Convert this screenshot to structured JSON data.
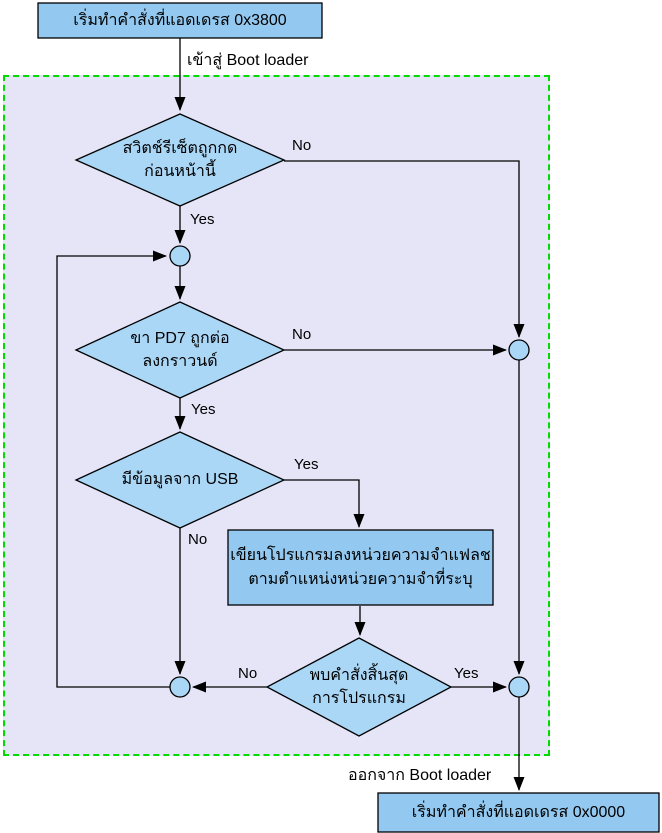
{
  "nodes": {
    "start_3800": {
      "text": "เริ่มทำคำสั่งที่แอดเดรส 0x3800"
    },
    "decision_reset": {
      "line1": "สวิตช์รีเซ็ตถูกกด",
      "line2": "ก่อนหน้านี้"
    },
    "decision_pd7": {
      "line1": "ขา PD7 ถูกต่อ",
      "line2": "ลงกราวนด์"
    },
    "decision_usb": {
      "line1": "มีข้อมูลจาก USB"
    },
    "process_flash": {
      "line1": "เขียนโปรแกรมลงหน่วยความจำแฟลช",
      "line2": "ตามตำแหน่งหน่วยความจำที่ระบุ"
    },
    "decision_end": {
      "line1": "พบคำสั่งสิ้นสุด",
      "line2": "การโปรแกรม"
    },
    "start_0000": {
      "text": "เริ่มทำคำสั่งที่แอดเดรส 0x0000"
    }
  },
  "edge_labels": {
    "enter_bootloader": "เข้าสู่ Boot loader",
    "exit_bootloader": "ออกจาก Boot loader",
    "reset_no": "No",
    "reset_yes": "Yes",
    "pd7_no": "No",
    "pd7_yes": "Yes",
    "usb_yes": "Yes",
    "usb_no": "No",
    "end_no": "No",
    "end_yes": "Yes"
  },
  "colors": {
    "node_fill": "#ABD7F7",
    "box_fill": "#93C9F0",
    "region_fill": "#E5E5F7",
    "region_border": "#00DC00",
    "line": "#000000",
    "label": "#000000"
  }
}
